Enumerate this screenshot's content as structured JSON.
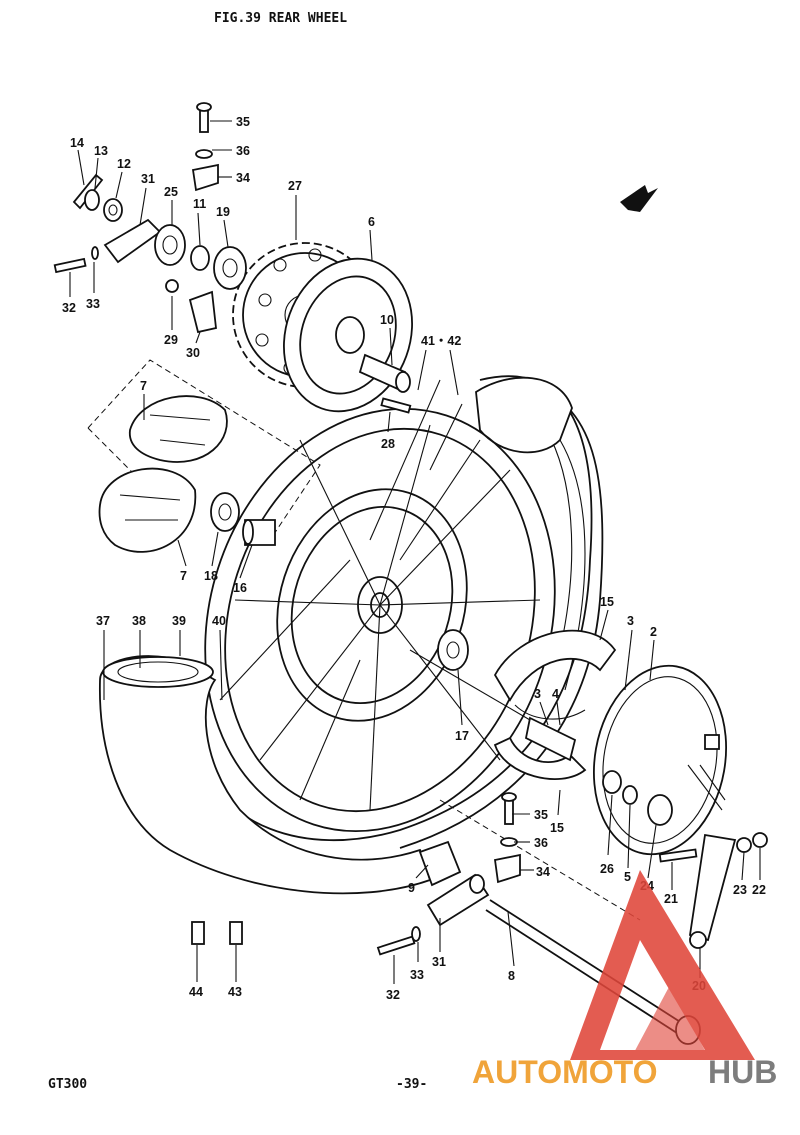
{
  "header": {
    "title": "FIG.39  REAR WHEEL"
  },
  "footer": {
    "model": "GT300",
    "page": "-39-"
  },
  "watermark": {
    "text_orange": "AUTOMOTO",
    "text_gray": "HUB",
    "colors": {
      "triangle": "#e0463a",
      "orange": "#f0a43a",
      "gray": "#7d7d7d"
    }
  },
  "callouts": [
    {
      "n": "35"
    },
    {
      "n": "36"
    },
    {
      "n": "34"
    },
    {
      "n": "14"
    },
    {
      "n": "13"
    },
    {
      "n": "12"
    },
    {
      "n": "31"
    },
    {
      "n": "25"
    },
    {
      "n": "11"
    },
    {
      "n": "19"
    },
    {
      "n": "27"
    },
    {
      "n": "6"
    },
    {
      "n": "32"
    },
    {
      "n": "33"
    },
    {
      "n": "29"
    },
    {
      "n": "30"
    },
    {
      "n": "10"
    },
    {
      "n": "41・42"
    },
    {
      "n": "28"
    },
    {
      "n": "7"
    },
    {
      "n": "7"
    },
    {
      "n": "18"
    },
    {
      "n": "16"
    },
    {
      "n": "37"
    },
    {
      "n": "38"
    },
    {
      "n": "39"
    },
    {
      "n": "40"
    },
    {
      "n": "15"
    },
    {
      "n": "3"
    },
    {
      "n": "2"
    },
    {
      "n": "17"
    },
    {
      "n": "3"
    },
    {
      "n": "4"
    },
    {
      "n": "35"
    },
    {
      "n": "36"
    },
    {
      "n": "15"
    },
    {
      "n": "34"
    },
    {
      "n": "26"
    },
    {
      "n": "5"
    },
    {
      "n": "24"
    },
    {
      "n": "21"
    },
    {
      "n": "23"
    },
    {
      "n": "22"
    },
    {
      "n": "9"
    },
    {
      "n": "31"
    },
    {
      "n": "33"
    },
    {
      "n": "32"
    },
    {
      "n": "8"
    },
    {
      "n": "20"
    },
    {
      "n": "44"
    },
    {
      "n": "43"
    }
  ]
}
